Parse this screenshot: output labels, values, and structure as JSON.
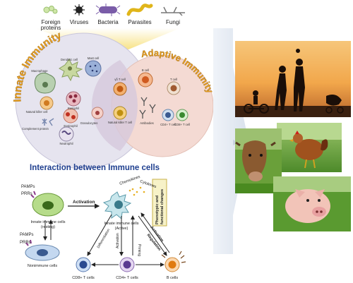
{
  "pathogens": [
    {
      "icon": "foreign-proteins-icon",
      "label_lines": [
        "Foreign",
        "proteins"
      ]
    },
    {
      "icon": "virus-icon",
      "label_lines": [
        "Viruses"
      ]
    },
    {
      "icon": "bacteria-icon",
      "label_lines": [
        "Bacteria"
      ]
    },
    {
      "icon": "parasite-icon",
      "label_lines": [
        "Parasites"
      ]
    },
    {
      "icon": "fungi-icon",
      "label_lines": [
        "Fungi"
      ]
    }
  ],
  "innate": {
    "title": "Innate Immunity",
    "cells": [
      "Dendritic cell",
      "Mast cell",
      "Macrophage",
      "Natural killer cell",
      "Basophil",
      "Complement protein",
      "Eosinophil",
      "Granulocytes",
      "Neutrophil"
    ]
  },
  "adaptive": {
    "title": "Adaptive Immunity",
    "cells": [
      "B cell",
      "T cell",
      "Antibodies",
      "CD4+ T cell",
      "CD8+ T cell"
    ]
  },
  "overlap": {
    "cells": [
      "γδ T cell",
      "Natural killer T cell"
    ]
  },
  "interaction": {
    "title": "Interaction between Immune cells",
    "pamps": "PAMPs",
    "prrs": "PRRs",
    "activation": "Activation",
    "chemokines": "Chemokines",
    "cytokines": "Cytokines",
    "phenotypic": [
      "Phenotypic and",
      "functional changes"
    ],
    "resting_cell": [
      "Innate immune cells",
      "(resting)"
    ],
    "active_cell": [
      "Innate immune cells",
      "(Active)"
    ],
    "nonimmune": "Nonimmune cells",
    "differentiation": "Differentiation",
    "activation_v": "Activation",
    "priming": "Priming",
    "activation2": "Activation",
    "regulation": "Regulation",
    "cd8": "CD8+ T cells",
    "cd4": "CD4+ T cells",
    "bcells": "B cells"
  },
  "photos": [
    {
      "name": "family-silhouette-photo"
    },
    {
      "name": "cow-photo"
    },
    {
      "name": "chicken-photo"
    },
    {
      "name": "pig-photo"
    }
  ],
  "colors": {
    "innate_title": "#e8a020",
    "adaptive_title": "#e8a020",
    "interaction_title": "#1f3f8f",
    "arrow_blue": "#8fb0d8"
  }
}
